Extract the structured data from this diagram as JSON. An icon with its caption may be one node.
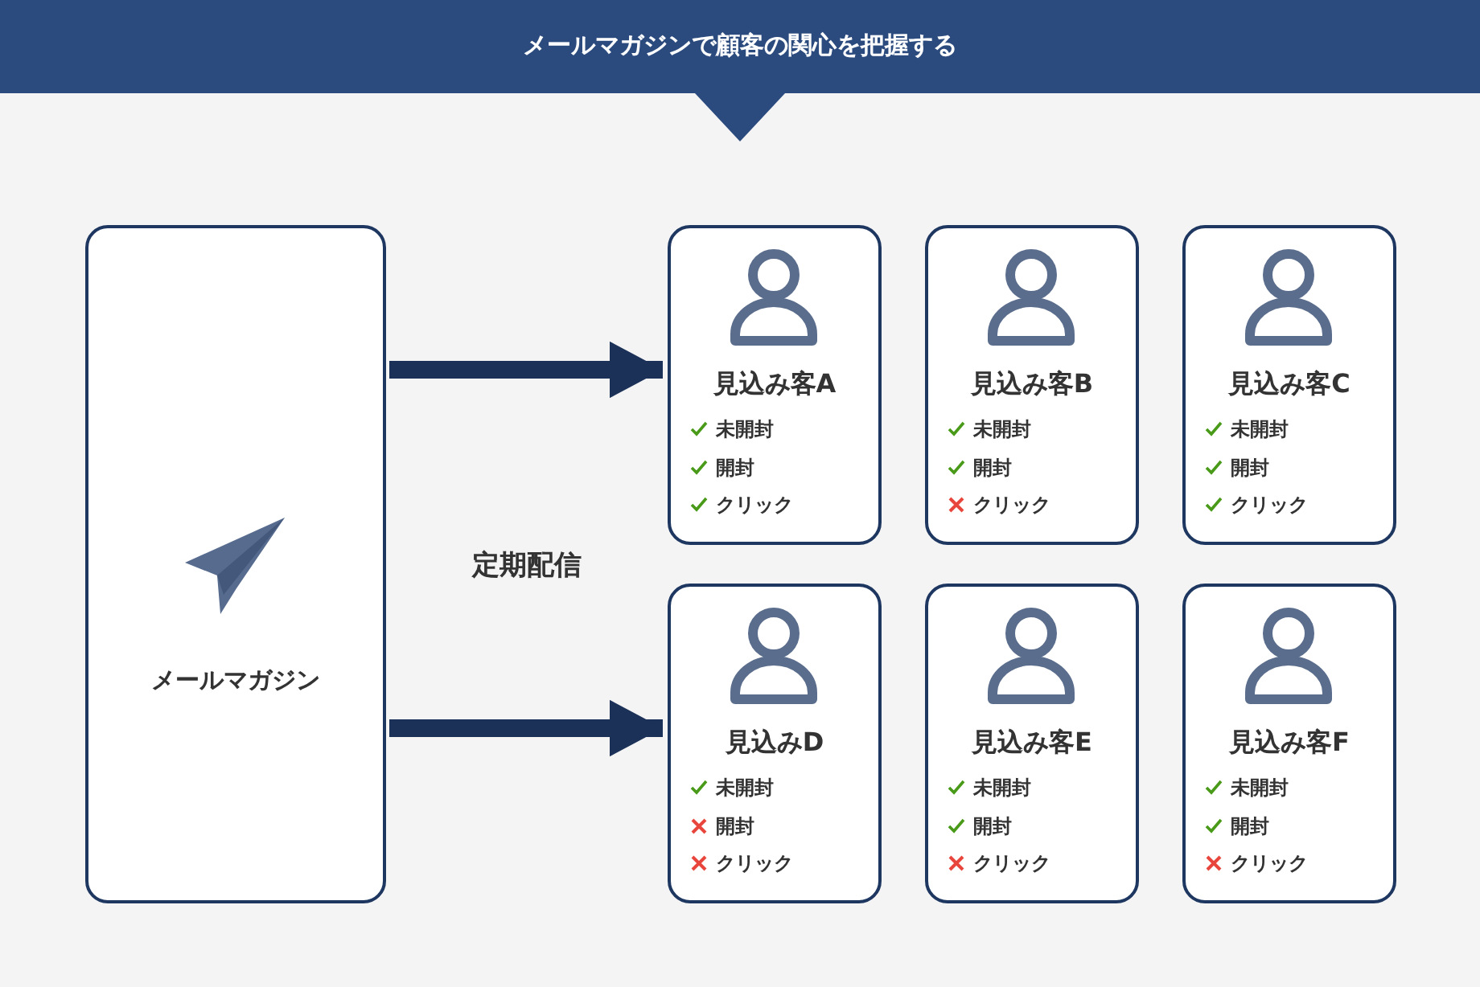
{
  "diagram": {
    "title": "メールマガジンで顧客の関心を把握する",
    "nodes": [
      {
        "text": [
          "メールマガジン"
        ]
      },
      {
        "text": [
          "見込み客A",
          "未開封",
          "開封",
          "クリック"
        ]
      },
      {
        "text": [
          "見込み客B",
          "未開封",
          "開封",
          "クリック"
        ]
      },
      {
        "text": [
          "見込み客C",
          "未開封",
          "開封",
          "クリック"
        ]
      },
      {
        "text": [
          "見込みD",
          "未開封",
          "開封",
          "クリック"
        ]
      },
      {
        "text": [
          "見込み客E",
          "未開封",
          "開封",
          "クリック"
        ]
      },
      {
        "text": [
          "見込み客F",
          "未開封",
          "開封",
          "クリック"
        ]
      }
    ],
    "edges": [
      {
        "from": 0,
        "to": 1,
        "arrow": "to"
      },
      {
        "from": 0,
        "to": 4,
        "arrow": "to"
      }
    ],
    "labels": [
      "定期配信"
    ]
  }
}
